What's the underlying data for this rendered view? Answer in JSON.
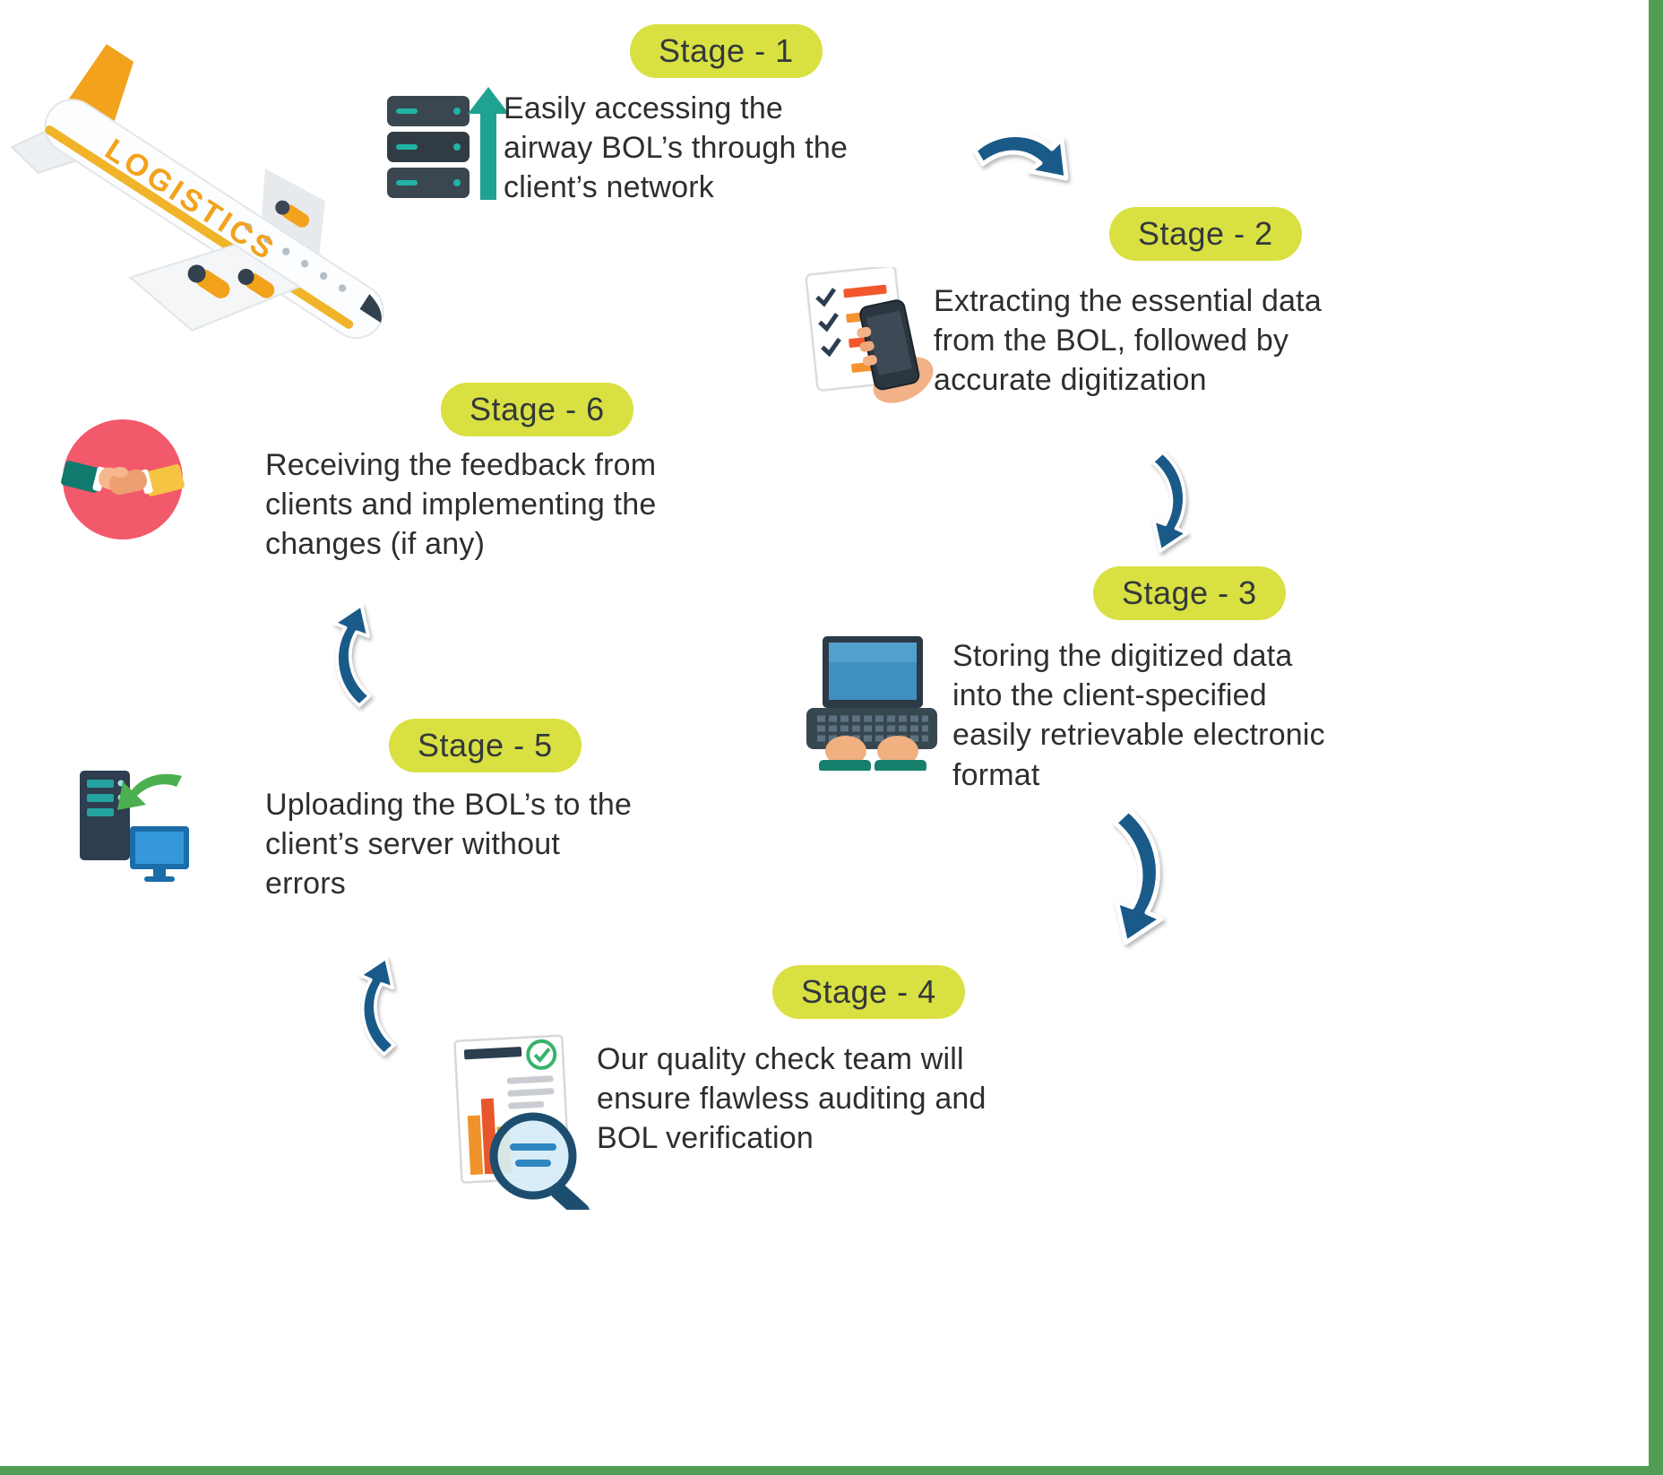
{
  "colors": {
    "background": "#ffffff",
    "edge_green": "#4f9e54",
    "badge": "#d9e041",
    "badge_text": "#33383c",
    "text": "#2e2e2e",
    "arrow": "#1a5a88",
    "accent_orange": "#f3a21c",
    "accent_teal": "#20b2a5",
    "accent_green": "#4caf50",
    "handshake_circle": "#f2596b"
  },
  "plane": {
    "label": "LOGISTICS"
  },
  "stages": [
    {
      "label": "Stage - 1",
      "icon": "server-upload-icon",
      "description": "Easily accessing the\nairway BOL’s through the\nclient’s network"
    },
    {
      "label": "Stage - 2",
      "icon": "phone-checklist-icon",
      "description": "Extracting the essential data\nfrom the BOL, followed by\naccurate digitization"
    },
    {
      "label": "Stage - 3",
      "icon": "laptop-typing-icon",
      "description": "Storing the digitized data\ninto the client-specified\neasily retrievable electronic\nformat"
    },
    {
      "label": "Stage - 4",
      "icon": "document-magnifier-icon",
      "description": "Our quality check team will\nensure flawless auditing and\nBOL verification"
    },
    {
      "label": "Stage - 5",
      "icon": "server-sync-icon",
      "description": "Uploading the BOL’s to the\nclient’s server without\nerrors"
    },
    {
      "label": "Stage - 6",
      "icon": "handshake-icon",
      "description": "Receiving the feedback from\nclients and implementing the\nchanges (if any)"
    }
  ]
}
